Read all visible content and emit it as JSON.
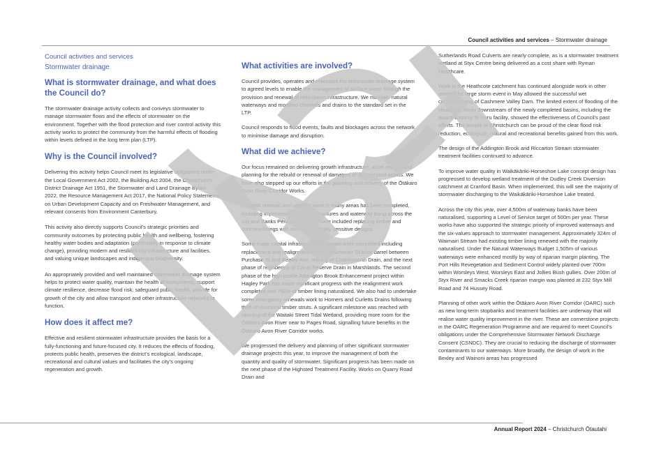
{
  "header": {
    "section_bold": "Council activities and services",
    "separator": " – ",
    "section_light": "Stormwater drainage"
  },
  "footer": {
    "report_bold": "Annual Report 2024",
    "separator": " – ",
    "city": "Christchurch Ōtautahi"
  },
  "watermark": {
    "text": "Draft",
    "color": "#c8c8c8"
  },
  "colors": {
    "heading": "#4a62b8",
    "body": "#3a3a3a",
    "rule": "#9a9a9a"
  },
  "column1": {
    "kicker_line1": "Council activities and services",
    "kicker_line2": "Stormwater drainage",
    "h_what_is": "What is stormwater drainage, and what does the Council do?",
    "p_what_is": "The stormwater drainage activity collects and conveys stormwater to manage stormwater flows and the effects of stormwater on the environment. Together with the flood protection and river control activity this activity works to protect the community from the harmful effects of flooding within levels defined in the long term plan (LTP).",
    "h_why": "Why is the Council involved?",
    "p_why_1": "Delivering this activity helps Council meet its legislative obligations under the Local Government Act 2002, the Building Act 2004, the Christchurch District Drainage Act 1951, the Stormwater and Land Drainage Bylaw 2022, the Resource Management Act 2017, the National Policy Statements on Urban Development Capacity and on Freshwater Management, and relevant consents from Environment Canterbury.",
    "p_why_2": "This activity also directly supports Council's strategic priorities and community outcomes by protecting public health and wellbeing, fostering healthy water bodies and adaptation (particularly in response to climate change), providing modern and resilient city infrastructure and facilities, and valuing unique landscapes and indigenous biodiversity.",
    "p_why_3": "An appropriately provided and well maintained stormwater drainage system helps to protect water quality, maintain the health of ecosystems, support climate resilience, decrease flood risk, safeguard public health, provide for growth of the city and allow transport and other infrastructure networks to function.",
    "h_affect": "How does it affect me?",
    "p_affect": "Effective and resilient stormwater infrastructure provides the basis for a fully-functioning and future-focused city. It reduces the effects of flooding, protects public health, preserves the district's ecological, landscape, recreational and cultural values and facilitates the city's ongoing regeneration and growth."
  },
  "column2": {
    "h_activities": "What activities are involved?",
    "p_activities_1": "Council provides, operates and maintains the stormwater drainage system to agreed levels to enable the management of surface water through the provision and renewal of reticulation infrastructure. We maintain natural waterways and modified channels and drains to the standard set in the LTP.",
    "p_activities_2": "Council responds to flood events, faults and blockages across the network to minimise damage and disruption.",
    "h_achieve": "What did we achieve?",
    "p_achieve_1": "Our focus remained on delivering growth infrastructure, asset repairs and planning for the rebuild or renewal of damaged or deteriorated assets.  We have also stepped up our efforts in the planning and delivery of the Ōtākaro Avon River Corridor Works.",
    "p_achieve_2": "Network renewal and upgrade work in many areas has been completed, including improvements to inlet structures and waterway lining across the city and Banks Peninsula. These have included replacing timber and concrete linings with more ecologically sensitive designs.",
    "p_achieve_3": "Some major capital infrastructure renewals were completed including replacement and realignment of the Manchester St brick barrel between Purchase St and Bealey Ave, relining of Charlesworth Drain, and the next phase of retimbering of Canal Reserve Drain in Marshlands.  The second phase of the high profile Addington Brook Enhancement project within Hagley Park has made significant progress with the realignment work completed and 760m of timber lining naturalised.  We also had to undertake some emergency renewals work to Horners and Curletts Drains following theft of structural timber struts.   A significant milestone was reached with opening of the Waitaki Street Tidal Wetland, providing more room for the Ōtākaro Avon River near to Pages Road, signalling future benefits in the Ōtākaro Avon River Corridor works.",
    "p_achieve_4": "We progressed the delivery and planning of other significant stormwater drainage projects this year, to improve the management of both the quantity and quality of stormwater. Significant progress has been made on the next phase of the Highsted Treatment Facility.  Works on Quarry Road Drain and"
  },
  "column3": {
    "p_1": "Sutherlands Road Culverts are nearly complete, as is a stormwater treatment wetland at Styx Centre being delivered as a cost share with Ryman Healthcare.",
    "p_2": "Work in the Heathcote catchment has continued alongside work in other areas. The large storm event in May allowed the successful wet commissioning of Cashmere Valley Dam.  The limited extent of flooding of the Heathcote River downstream of the newly completed basins, including the award-winning Te Kuru facility, showed the effectiveness of Council's past efforts.  The people of Christchurch can be proud of the clear flood risk reduction, ecological, cultural and recreational benefits gained from this work.",
    "p_3": "The design of the Addington Brook and Riccarton Stream stormwater treatment facilities continued to advance.",
    "p_4": "To improve water quality in Waikākāriki-Horseshoe Lake concept design has progressed to develop wetland treatment of the Dudley Creek Diversion catchment at Cranford Basin. When implemented, this will see the majority of stormwater discharging to the Waikākāriki-Horseshoe Lake treated.",
    "p_5": "Across the city this year, over 4,500m of waterway banks have been naturalised, supporting a Level of Service target of 500m per year. These works have also supported the strategic priority of improved waterways and the six-values approach to stormwater management.  Approximately 324m of Waimairi Stream had existing timber lining renewed with the majority naturalised.  Under the Natural Waterways Budget 1,505m of various waterways were enhanced mostly by way of riparian margin planting.  The Port Hills Revegetation and Sediment Control widely planted over 700m within Worsleys West, Worsleys East and Jollies Bush gullies.  Over 200m of Styx River and Smacks Creek riparian margin was planted at 232 Styx Mill Road and 74 Hussey Road.",
    "p_6": "Planning of other work within the Ōtākaro Avon River Corridor (OARC) such as new long-term stopbanks and treatment facilities are underway that will realise water quality improvement in the river.  These are cornerstone projects in the OARC Regeneration Programme and are required to meet Council's obligations under the Comprehensive Stormwater Network Discharge Consent (CSNDC). They are crucial to reducing the discharge of stormwater contaminants to our waterways.  More broadly, the design of work in the Bexley and Wainoni areas has progressed"
  }
}
